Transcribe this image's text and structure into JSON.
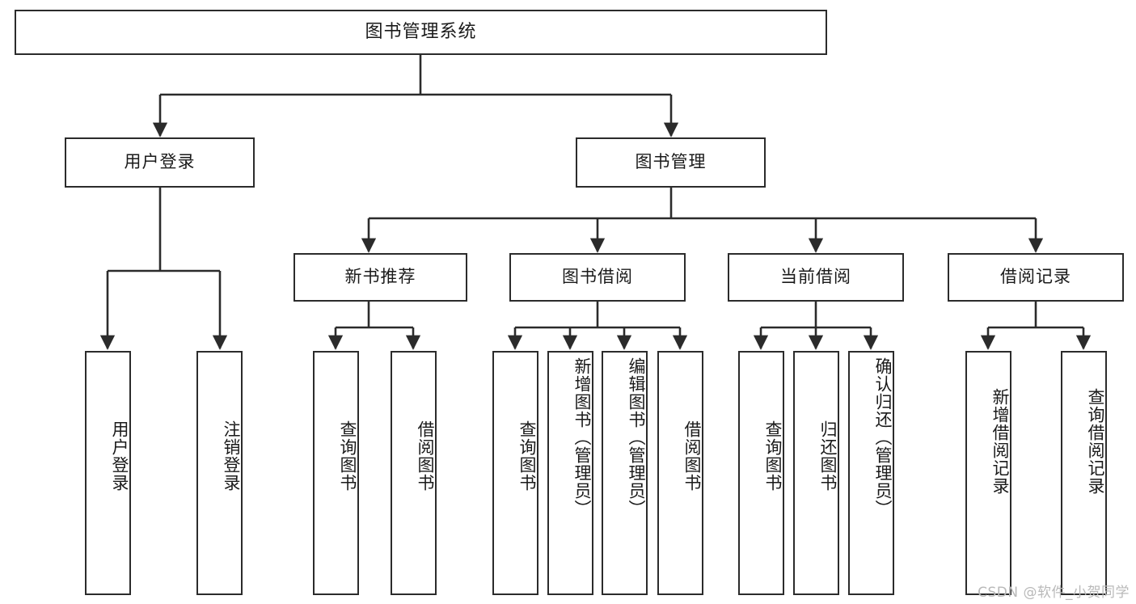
{
  "diagram": {
    "title": "图书管理系统",
    "type": "tree",
    "watermark": "CSDN @软件_小贺同学",
    "root": {
      "id": "root",
      "label": "图书管理系统"
    },
    "level1": [
      {
        "id": "user-login",
        "label": "用户登录"
      },
      {
        "id": "book-manage",
        "label": "图书管理"
      }
    ],
    "level2": [
      {
        "id": "new-book-recommend",
        "label": "新书推荐",
        "parent": "book-manage"
      },
      {
        "id": "book-borrow",
        "label": "图书借阅",
        "parent": "book-manage"
      },
      {
        "id": "current-borrow",
        "label": "当前借阅",
        "parent": "book-manage"
      },
      {
        "id": "borrow-record",
        "label": "借阅记录",
        "parent": "book-manage"
      }
    ],
    "leaves": {
      "user-login": [
        {
          "id": "leaf-user-login",
          "label": "用户登录"
        },
        {
          "id": "leaf-user-logout",
          "label": "注销登录"
        }
      ],
      "new-book-recommend": [
        {
          "id": "leaf-query-book-1",
          "label": "查询图书"
        },
        {
          "id": "leaf-borrow-book-1",
          "label": "借阅图书"
        }
      ],
      "book-borrow": [
        {
          "id": "leaf-query-book-2",
          "label": "查询图书"
        },
        {
          "id": "leaf-add-book",
          "label": "新增图书（管理员）"
        },
        {
          "id": "leaf-edit-book",
          "label": "编辑图书（管理员）"
        },
        {
          "id": "leaf-borrow-book-2",
          "label": "借阅图书"
        }
      ],
      "current-borrow": [
        {
          "id": "leaf-query-book-3",
          "label": "查询图书"
        },
        {
          "id": "leaf-return-book",
          "label": "归还图书"
        },
        {
          "id": "leaf-confirm-return",
          "label": "确认归还（管理员）"
        }
      ],
      "borrow-record": [
        {
          "id": "leaf-add-record",
          "label": "新增借阅记录"
        },
        {
          "id": "leaf-query-record",
          "label": "查询借阅记录"
        }
      ]
    },
    "colors": {
      "stroke": "#2b2b2b",
      "fill": "#ffffff",
      "text": "#1a1a1a",
      "watermark": "#b9b9b9"
    }
  }
}
